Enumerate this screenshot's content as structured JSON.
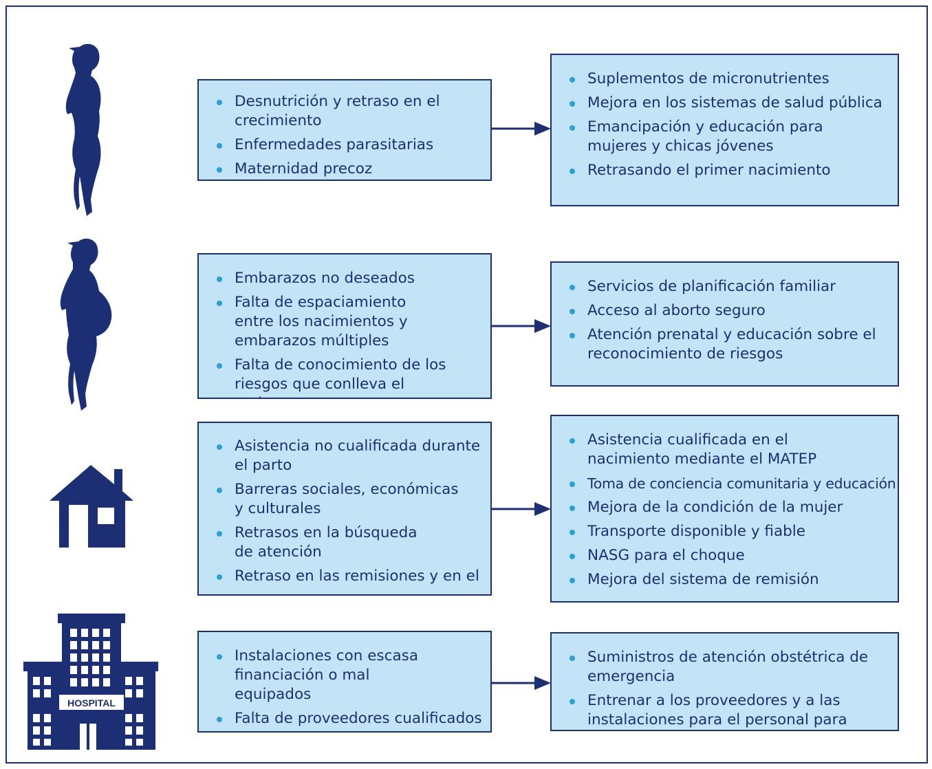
{
  "colors": {
    "navy": "#1c2f74",
    "box_fill": "#c3e4f6",
    "bullet": "#2b9fd8",
    "frame": "#1c2f74"
  },
  "rows": [
    {
      "icon": "woman-silhouette-icon",
      "problems": [
        "Desnutrición y retraso en el crecimiento",
        "Enfermedades parasitarias",
        "Maternidad precoz"
      ],
      "solutions": [
        "Suplementos de micronutrientes",
        "Mejora en los sistemas de salud pública",
        "Emancipación y educación para mujeres y chicas jóvenes",
        "Retrasando el primer nacimiento"
      ]
    },
    {
      "icon": "pregnant-woman-icon",
      "problems": [
        "Embarazos no deseados",
        "Falta de espaciamiento entre los nacimientos y embarazos múltiples",
        "Falta de conocimiento de los riesgos que conlleva el embarazo"
      ],
      "solutions": [
        "Servicios de planificación familiar",
        "Acceso al aborto seguro",
        "Atención prenatal y educación sobre el reconocimiento de riesgos"
      ]
    },
    {
      "icon": "house-icon",
      "problems": [
        "Asistencia no cualificada durante el parto",
        "Barreras sociales, económicas y culturales",
        "Retrasos en la búsqueda de atención",
        "Retraso en las remisiones y en el"
      ],
      "solutions": [
        "Asistencia cualificada en el nacimiento mediante el MATEP",
        "Toma de conciencia comunitaria y educación",
        "Mejora de la condición de la mujer",
        "Transporte disponible y fiable",
        "NASG para el choque",
        "Mejora del sistema de remisión"
      ]
    },
    {
      "icon": "hospital-icon",
      "icon_label": "HOSPITAL",
      "problems": [
        "Instalaciones con escasa financiación o mal equipados",
        "Falta de proveedores cualificados"
      ],
      "solutions": [
        "Suministros de atención obstétrica de emergencia",
        "Entrenar a los proveedores y a las instalaciones para el personal para la"
      ]
    }
  ]
}
